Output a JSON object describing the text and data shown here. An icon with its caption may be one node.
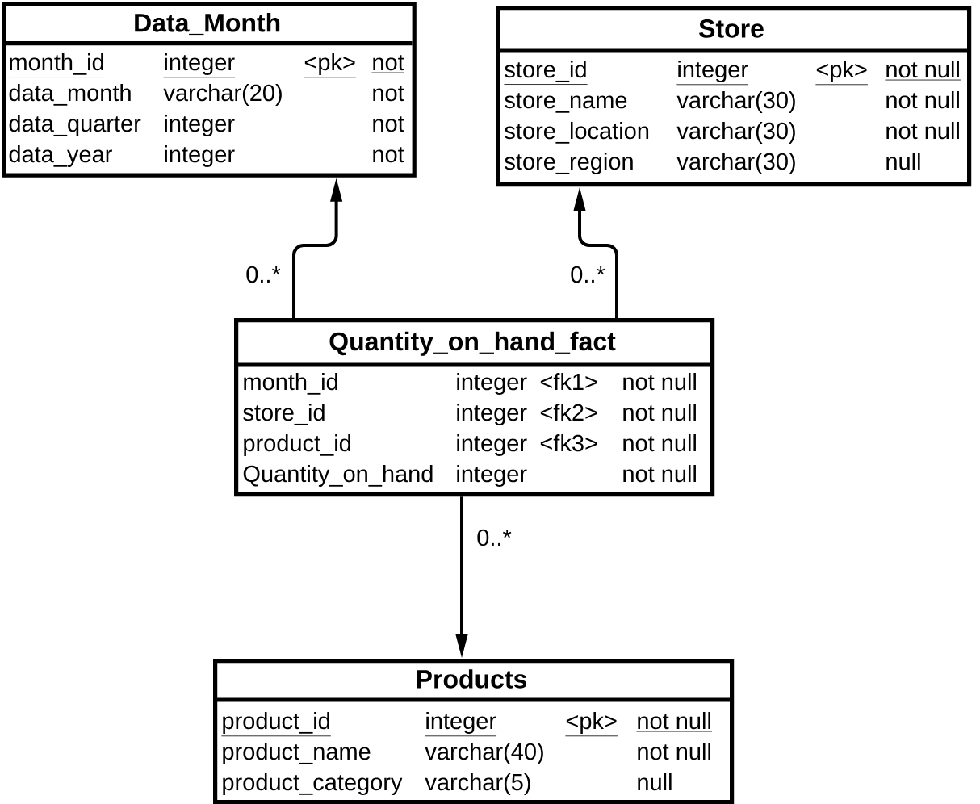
{
  "diagram": {
    "nodes": [
      {
        "text": [
          "Data_Month",
          "month_id",
          "integer",
          "<pk>",
          "not",
          "data_month",
          "varchar(20)",
          "not",
          "data_quarter",
          "integer",
          "not",
          "data_year",
          "integer",
          "not"
        ]
      },
      {
        "text": [
          "Store",
          "store_id",
          "integer",
          "<pk>",
          "not null",
          "store_name",
          "varchar(30)",
          "not null",
          "store_location",
          "varchar(30)",
          "not null",
          "store_region",
          "varchar(30)",
          "null"
        ]
      },
      {
        "text": [
          "Quantity_on_hand_fact",
          "month_id",
          "integer",
          "<fk1>",
          "not null",
          "store_id",
          "integer",
          "<fk2>",
          "not null",
          "product_id",
          "integer",
          "<fk3>",
          "not null",
          "Quantity_on_hand",
          "integer",
          "not null"
        ]
      },
      {
        "text": [
          "Products",
          "product_id",
          "integer",
          "<pk>",
          "not null",
          "product_name",
          "varchar(40)",
          "not null",
          "product_category",
          "varchar(5)",
          "null"
        ]
      }
    ],
    "edges": [
      {
        "from": 2,
        "to": 0,
        "arrow": "to",
        "label": "0..*"
      },
      {
        "from": 2,
        "to": 1,
        "arrow": "to",
        "label": "0..*"
      },
      {
        "from": 2,
        "to": 3,
        "arrow": "to",
        "label": "0..*"
      }
    ]
  }
}
